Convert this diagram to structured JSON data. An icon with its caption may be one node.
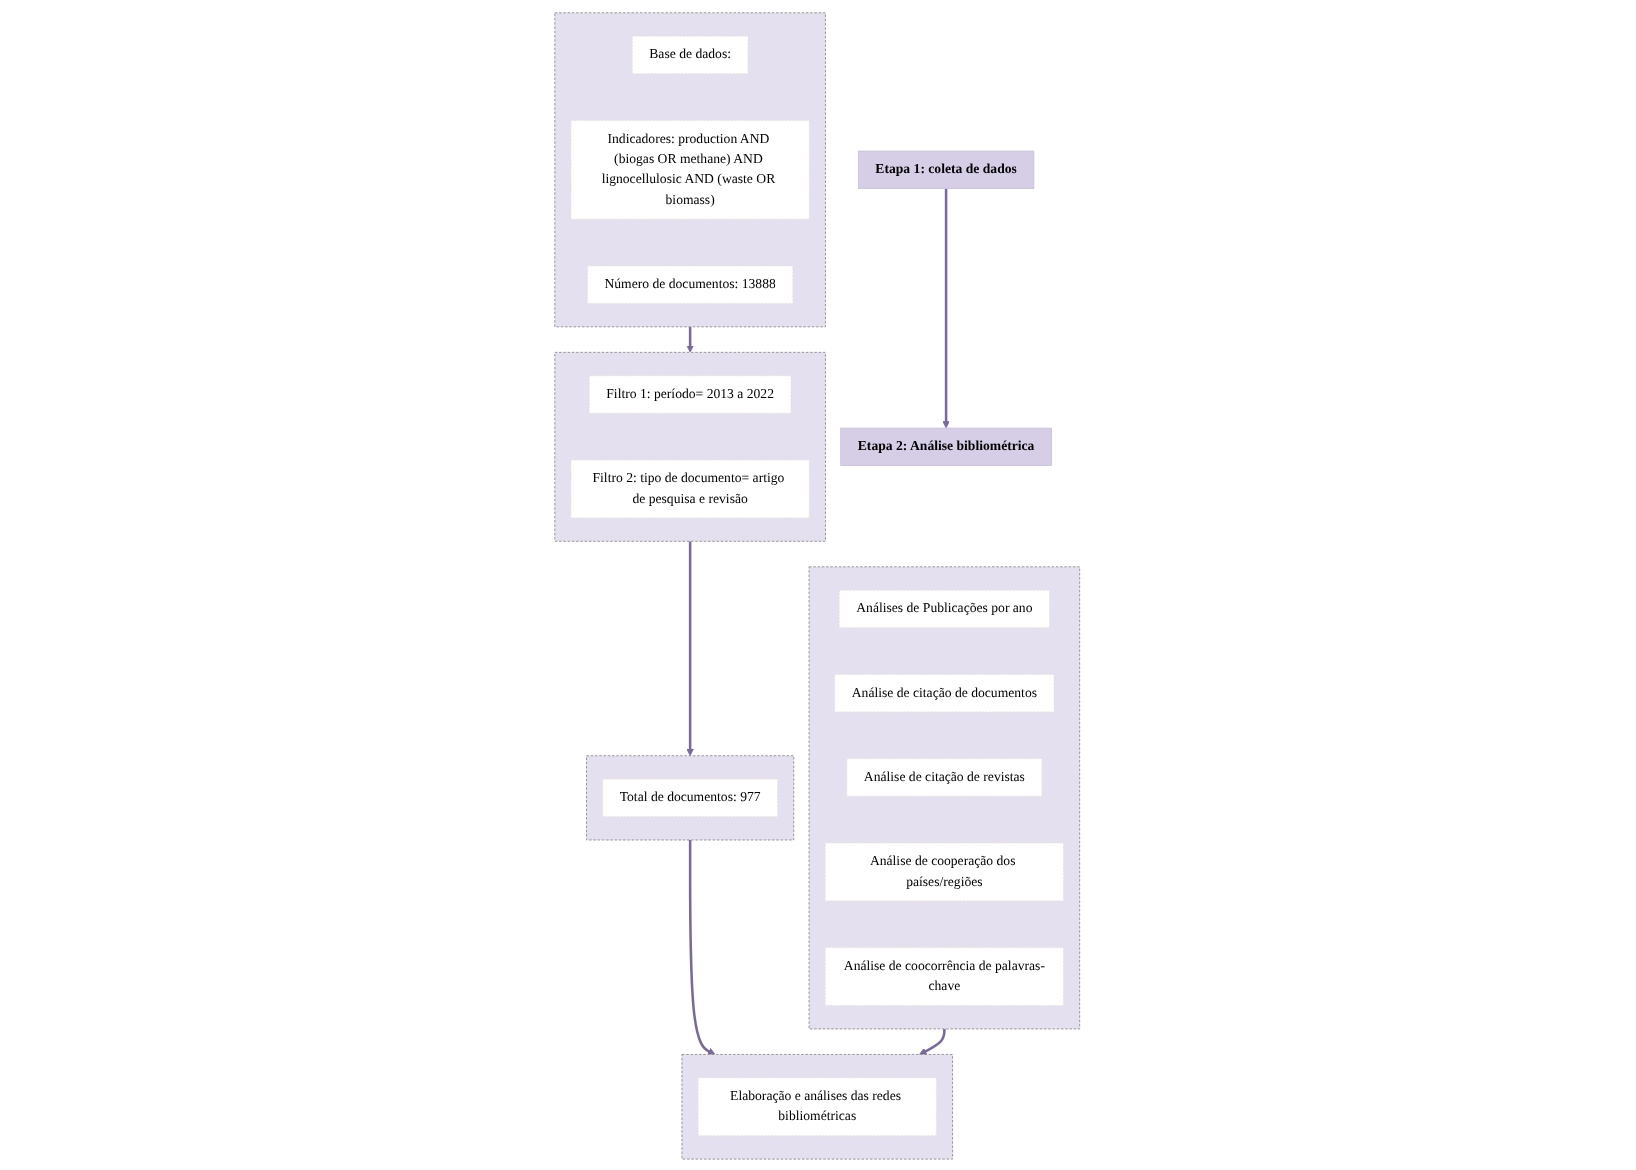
{
  "diagram": {
    "nodes": [
      {
        "text": [
          "Etapa 1: coleta de dados"
        ]
      },
      {
        "text": [
          "Etapa 2: Análise bibliométrica"
        ]
      },
      {
        "text": [],
        "shape": "box"
      },
      {
        "text": [
          "Base de dados:"
        ],
        "in": 2
      },
      {
        "text": [
          "Indicadores: production AND (biogas OR methane) AND lignocellulosic AND (waste OR biomass)"
        ],
        "in": 2
      },
      {
        "text": [
          "Número de documentos: 13888"
        ],
        "in": 2
      },
      {
        "text": [],
        "shape": "box"
      },
      {
        "text": [
          "Filtro 1: período= 2013 a 2022"
        ],
        "in": 6
      },
      {
        "text": [
          "Filtro 2: tipo de documento= artigo de pesquisa e revisão"
        ],
        "in": 6
      },
      {
        "text": [],
        "shape": "box"
      },
      {
        "text": [
          "Total de documentos: 977"
        ],
        "in": 9
      },
      {
        "text": [],
        "shape": "box"
      },
      {
        "text": [
          "Análises de Publicações por ano"
        ],
        "in": 11
      },
      {
        "text": [
          "Análise de citação de documentos"
        ],
        "in": 11
      },
      {
        "text": [
          "Análise de citação de revistas"
        ],
        "in": 11
      },
      {
        "text": [
          "Análise de cooperação dos países/regiões"
        ],
        "in": 11
      },
      {
        "text": [
          "Análise de coocorrência de palavras-chave"
        ],
        "in": 11
      },
      {
        "text": [],
        "shape": "box"
      },
      {
        "text": [
          "Elaboração e análises das redes bibliométricas"
        ],
        "in": 17
      }
    ],
    "edges": [
      {
        "from": 0,
        "to": 1,
        "arrow": "to"
      },
      {
        "from": 2,
        "to": 6,
        "arrow": "to"
      },
      {
        "from": 6,
        "to": 9,
        "arrow": "to"
      },
      {
        "from": 9,
        "to": 17,
        "arrow": "to"
      },
      {
        "from": 11,
        "to": 17,
        "arrow": "to"
      }
    ]
  }
}
